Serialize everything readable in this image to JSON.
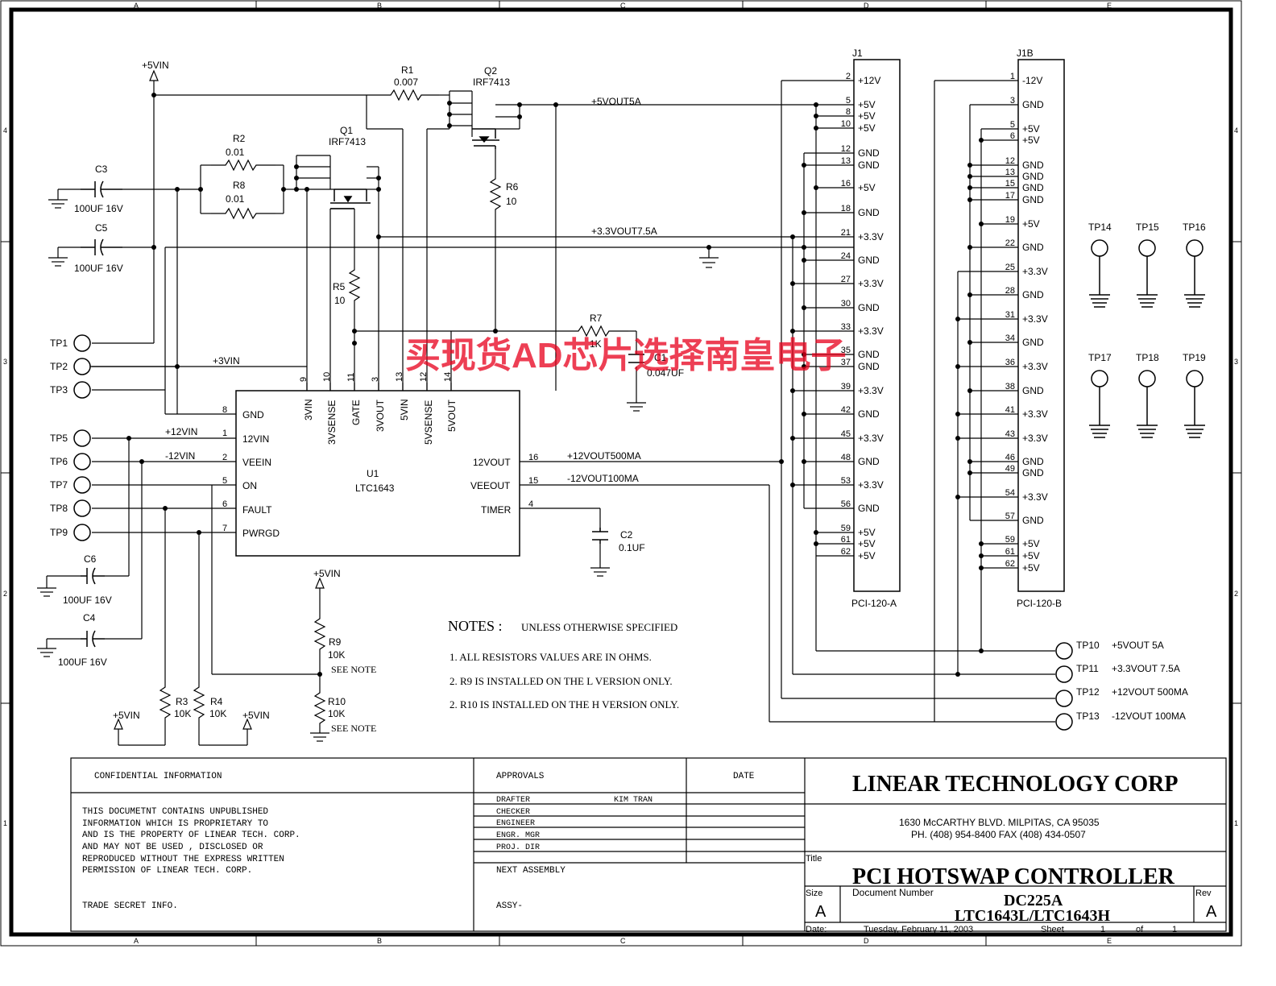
{
  "frame": {
    "col_letters": [
      "A",
      "B",
      "C",
      "D",
      "E"
    ],
    "row_numbers": [
      "4",
      "3",
      "2",
      "1"
    ]
  },
  "u1": {
    "ref": "U1",
    "part": "LTC1643",
    "left_pins": [
      {
        "num": "8",
        "name": "GND"
      },
      {
        "num": "1",
        "name": "12VIN"
      },
      {
        "num": "2",
        "name": "VEEIN"
      },
      {
        "num": "5",
        "name": "ON"
      },
      {
        "num": "6",
        "name": "FAULT"
      },
      {
        "num": "7",
        "name": "PWRGD"
      }
    ],
    "top_pins": [
      {
        "num": "9",
        "name": "3VIN"
      },
      {
        "num": "10",
        "name": "3VSENSE"
      },
      {
        "num": "11",
        "name": "GATE"
      },
      {
        "num": "3",
        "name": "3VOUT"
      },
      {
        "num": "13",
        "name": "5VIN"
      },
      {
        "num": "12",
        "name": "5VSENSE"
      },
      {
        "num": "14",
        "name": "5VOUT"
      }
    ],
    "right_pins": [
      {
        "num": "16",
        "name": "12VOUT"
      },
      {
        "num": "15",
        "name": "VEEOUT"
      },
      {
        "num": "4",
        "name": "TIMER"
      }
    ]
  },
  "components": {
    "q1": {
      "ref": "Q1",
      "part": "IRF7413"
    },
    "q2": {
      "ref": "Q2",
      "part": "IRF7413"
    },
    "r1": {
      "ref": "R1",
      "value": "0.007"
    },
    "r2": {
      "ref": "R2",
      "value": "0.01"
    },
    "r8": {
      "ref": "R8",
      "value": "0.01"
    },
    "r3": {
      "ref": "R3",
      "value": "10K"
    },
    "r4": {
      "ref": "R4",
      "value": "10K"
    },
    "r5": {
      "ref": "R5",
      "value": "10"
    },
    "r6": {
      "ref": "R6",
      "value": "10"
    },
    "r7": {
      "ref": "R7",
      "value": "1K"
    },
    "r9": {
      "ref": "R9",
      "value": "10K",
      "note": "SEE NOTE"
    },
    "r10": {
      "ref": "R10",
      "value": "10K",
      "note": "SEE NOTE"
    },
    "c1": {
      "ref": "C1",
      "value": "0.047UF"
    },
    "c2": {
      "ref": "C2",
      "value": "0.1UF"
    },
    "c3": {
      "ref": "C3",
      "value": "100UF 16V"
    },
    "c4": {
      "ref": "C4",
      "value": "100UF 16V"
    },
    "c5": {
      "ref": "C5",
      "value": "100UF 16V"
    },
    "c6": {
      "ref": "C6",
      "value": "100UF 16V"
    }
  },
  "nets": {
    "vin5": "+5VIN",
    "vin3": "+3VIN",
    "vin12": "+12VIN",
    "vin12n": "-12VIN",
    "out5": "+5VOUT5A",
    "out33": "+3.3VOUT7.5A",
    "out12": "+12VOUT500MA",
    "out12n": "-12VOUT100MA"
  },
  "test_points_left": [
    "TP1",
    "TP2",
    "TP3",
    "TP5",
    "TP6",
    "TP7",
    "TP8",
    "TP9"
  ],
  "test_points_right_top": [
    "TP14",
    "TP15",
    "TP16"
  ],
  "test_points_right_mid": [
    "TP17",
    "TP18",
    "TP19"
  ],
  "test_points_out": [
    {
      "tp": "TP10",
      "label": "+5VOUT 5A"
    },
    {
      "tp": "TP11",
      "label": "+3.3VOUT 7.5A"
    },
    {
      "tp": "TP12",
      "label": "+12VOUT 500MA"
    },
    {
      "tp": "TP13",
      "label": "-12VOUT 100MA"
    }
  ],
  "j1": {
    "ref": "J1",
    "part": "PCI-120-A",
    "pins": [
      {
        "num": "2",
        "name": "+12V"
      },
      {
        "num": "5",
        "name": "+5V"
      },
      {
        "num": "8",
        "name": "+5V"
      },
      {
        "num": "10",
        "name": "+5V"
      },
      {
        "num": "12",
        "name": "GND"
      },
      {
        "num": "13",
        "name": "GND"
      },
      {
        "num": "16",
        "name": "+5V"
      },
      {
        "num": "18",
        "name": "GND"
      },
      {
        "num": "21",
        "name": "+3.3V"
      },
      {
        "num": "24",
        "name": "GND"
      },
      {
        "num": "27",
        "name": "+3.3V"
      },
      {
        "num": "30",
        "name": "GND"
      },
      {
        "num": "33",
        "name": "+3.3V"
      },
      {
        "num": "35",
        "name": "GND"
      },
      {
        "num": "37",
        "name": "GND"
      },
      {
        "num": "39",
        "name": "+3.3V"
      },
      {
        "num": "42",
        "name": "GND"
      },
      {
        "num": "45",
        "name": "+3.3V"
      },
      {
        "num": "48",
        "name": "GND"
      },
      {
        "num": "53",
        "name": "+3.3V"
      },
      {
        "num": "56",
        "name": "GND"
      },
      {
        "num": "59",
        "name": "+5V"
      },
      {
        "num": "61",
        "name": "+5V"
      },
      {
        "num": "62",
        "name": "+5V"
      }
    ]
  },
  "j1b": {
    "ref": "J1B",
    "part": "PCI-120-B",
    "pins": [
      {
        "num": "1",
        "name": "-12V"
      },
      {
        "num": "3",
        "name": "GND"
      },
      {
        "num": "5",
        "name": "+5V"
      },
      {
        "num": "6",
        "name": "+5V"
      },
      {
        "num": "12",
        "name": "GND"
      },
      {
        "num": "13",
        "name": "GND"
      },
      {
        "num": "15",
        "name": "GND"
      },
      {
        "num": "17",
        "name": "GND"
      },
      {
        "num": "19",
        "name": "+5V"
      },
      {
        "num": "22",
        "name": "GND"
      },
      {
        "num": "25",
        "name": "+3.3V"
      },
      {
        "num": "28",
        "name": "GND"
      },
      {
        "num": "31",
        "name": "+3.3V"
      },
      {
        "num": "34",
        "name": "GND"
      },
      {
        "num": "36",
        "name": "+3.3V"
      },
      {
        "num": "38",
        "name": "GND"
      },
      {
        "num": "41",
        "name": "+3.3V"
      },
      {
        "num": "43",
        "name": "+3.3V"
      },
      {
        "num": "46",
        "name": "GND"
      },
      {
        "num": "49",
        "name": "GND"
      },
      {
        "num": "54",
        "name": "+3.3V"
      },
      {
        "num": "57",
        "name": "GND"
      },
      {
        "num": "59",
        "name": "+5V"
      },
      {
        "num": "61",
        "name": "+5V"
      },
      {
        "num": "62",
        "name": "+5V"
      }
    ]
  },
  "notes": {
    "heading": "NOTES :",
    "subheading": "UNLESS OTHERWISE SPECIFIED",
    "items": [
      "1.  ALL RESISTORS VALUES ARE IN OHMS.",
      "2.  R9 IS INSTALLED ON THE L VERSION ONLY.",
      "2.  R10 IS INSTALLED ON THE H VERSION ONLY."
    ]
  },
  "watermark": "买现货AD芯片选择南皇电子",
  "title_block": {
    "confidential_header": "CONFIDENTIAL INFORMATION",
    "confidential_text": [
      "THIS DOCUMETNT CONTAINS UNPUBLISHED",
      "INFORMATION WHICH IS PROPRIETARY TO",
      "AND IS THE PROPERTY OF LINEAR TECH. CORP.",
      "AND MAY NOT BE USED , DISCLOSED OR",
      "REPRODUCED WITHOUT THE EXPRESS WRITTEN",
      "PERMISSION OF LINEAR TECH. CORP."
    ],
    "trade_secret": "TRADE SECRET INFO.",
    "approvals": "APPROVALS",
    "date_hdr": "DATE",
    "roles": [
      "DRAFTER",
      "CHECKER",
      "ENGINEER",
      "ENGR. MGR",
      "PROJ. DIR"
    ],
    "drafter_name": "KIM TRAN",
    "next_assembly": "NEXT ASSEMBLY",
    "assy": "ASSY-",
    "company": "LINEAR TECHNOLOGY CORP",
    "address1": "1630 McCARTHY BLVD. MILPITAS, CA 95035",
    "address2": "PH. (408) 954-8400  FAX (408) 434-0507",
    "title_label": "Title",
    "title": "PCI HOTSWAP CONTROLLER",
    "size_label": "Size",
    "size": "A",
    "docnum_label": "Document Number",
    "docnum1": "DC225A",
    "docnum2": "LTC1643L/LTC1643H",
    "rev_label": "Rev",
    "rev": "A",
    "date_label": "Date:",
    "date": "Tuesday, February 11, 2003",
    "sheet_label": "Sheet",
    "sheet": "1",
    "of_label": "of",
    "of": "1"
  }
}
